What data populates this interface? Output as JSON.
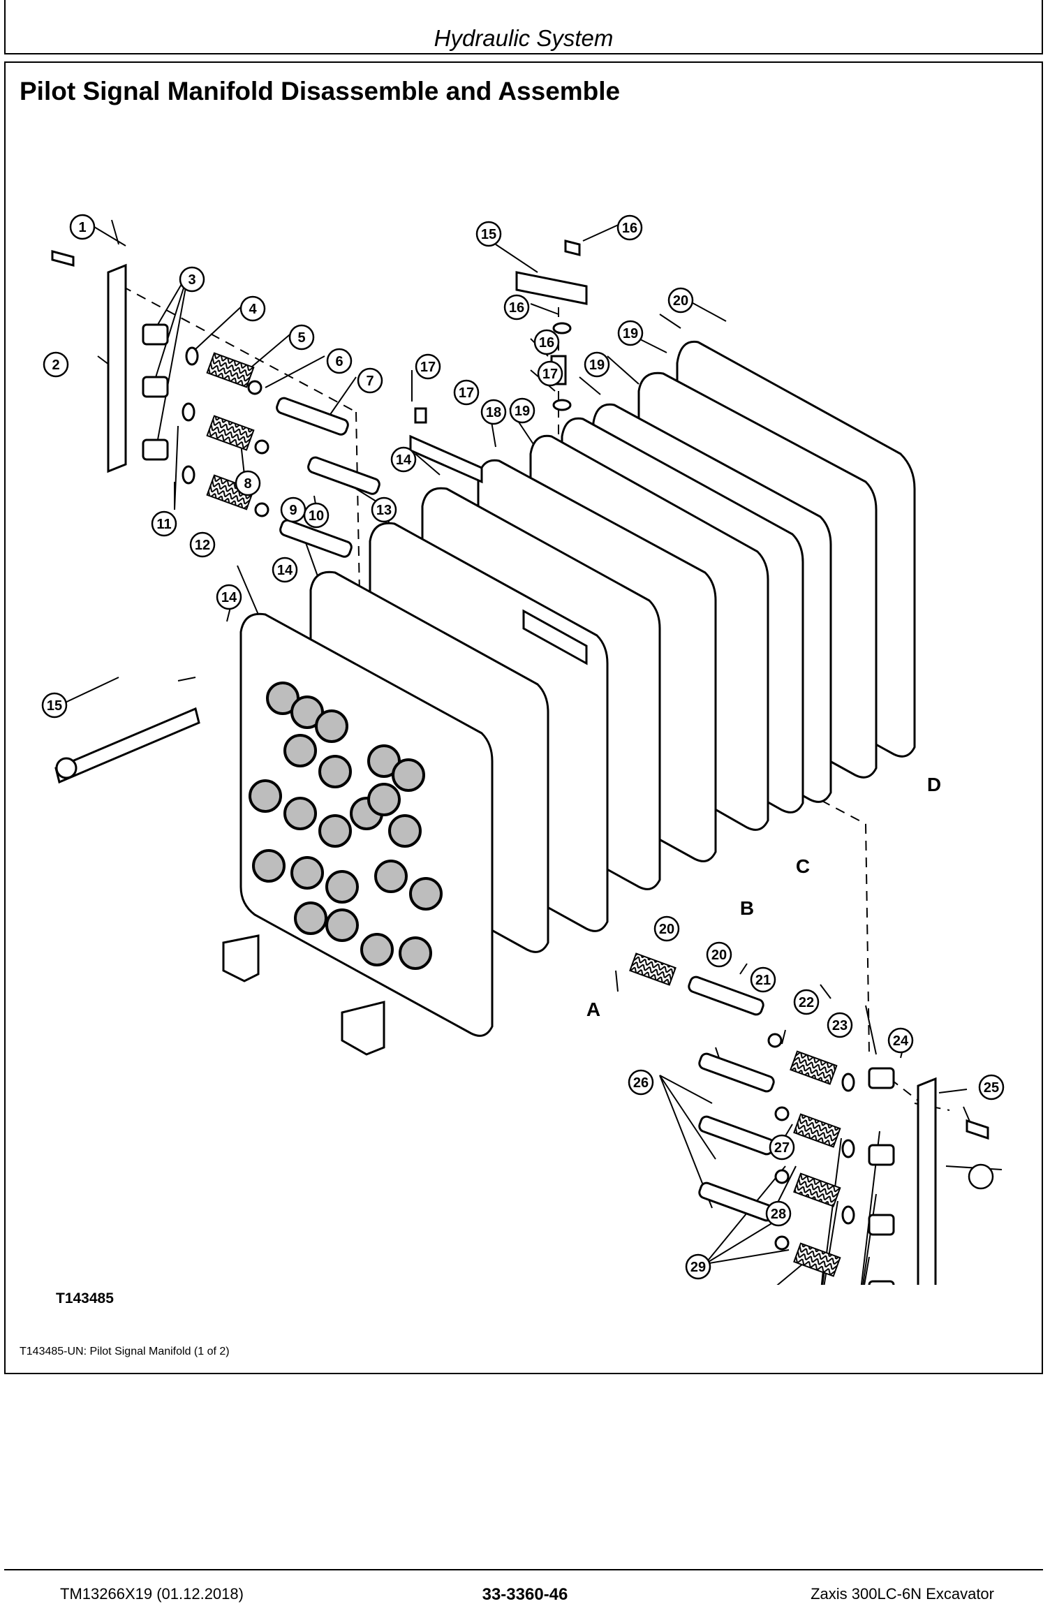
{
  "header": {
    "section": "Hydraulic System"
  },
  "page_title": "Pilot Signal Manifold Disassemble and Assemble",
  "figure": {
    "id_label": "T143485",
    "caption": "T143485-UN: Pilot Signal Manifold (1 of 2)",
    "callouts": [
      "1",
      "2",
      "3",
      "4",
      "5",
      "6",
      "7",
      "8",
      "9",
      "10",
      "11",
      "12",
      "13",
      "14",
      "14",
      "14",
      "15",
      "15",
      "16",
      "16",
      "16",
      "17",
      "17",
      "17",
      "18",
      "19",
      "19",
      "19",
      "20",
      "20",
      "20",
      "21",
      "22",
      "23",
      "24",
      "25",
      "26",
      "27",
      "28",
      "29"
    ],
    "plate_labels": [
      "A",
      "B",
      "C",
      "D"
    ]
  },
  "footer": {
    "doc_ref": "TM13266X19 (01.12.2018)",
    "page_number": "33-3360-46",
    "model": "Zaxis 300LC-6N Excavator"
  }
}
